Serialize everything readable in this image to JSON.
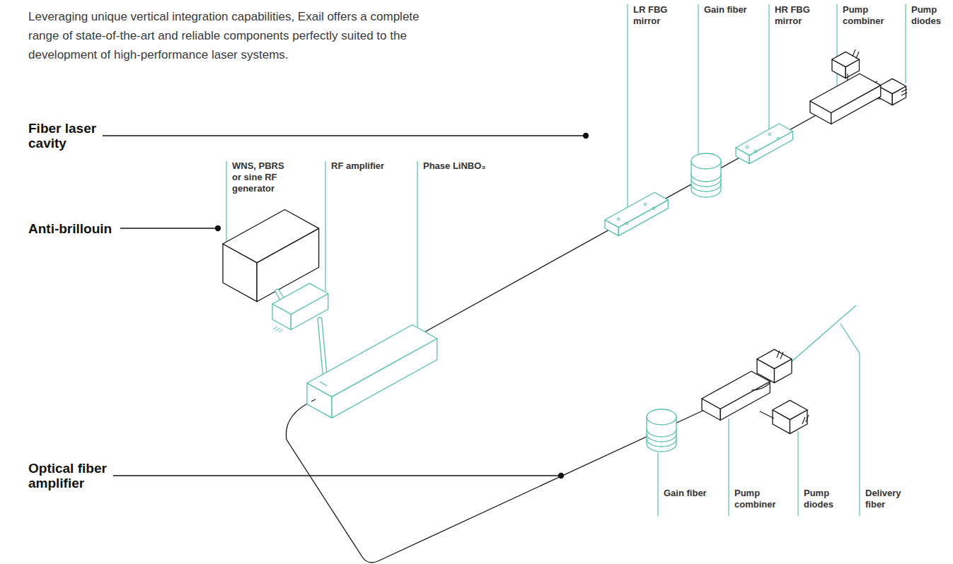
{
  "diagram": {
    "labels": [
      "Leveraging unique vertical integration capabilities, Exail offers a complete range of state-of-the-art and reliable components perfectly suited to the development of high-performance laser systems.",
      "Fiber laser cavity",
      "Anti-brillouin",
      "Optical fiber amplifier",
      "LR FBG mirror",
      "Gain fiber",
      "HR FBG mirror",
      "Pump combiner",
      "Pump diodes",
      "WNS, PBRS or sine RF generator",
      "RF amplifier",
      "Phase LiNBO₃",
      "Gain fiber",
      "Pump combiner",
      "Pump diodes",
      "Delivery fiber"
    ]
  }
}
